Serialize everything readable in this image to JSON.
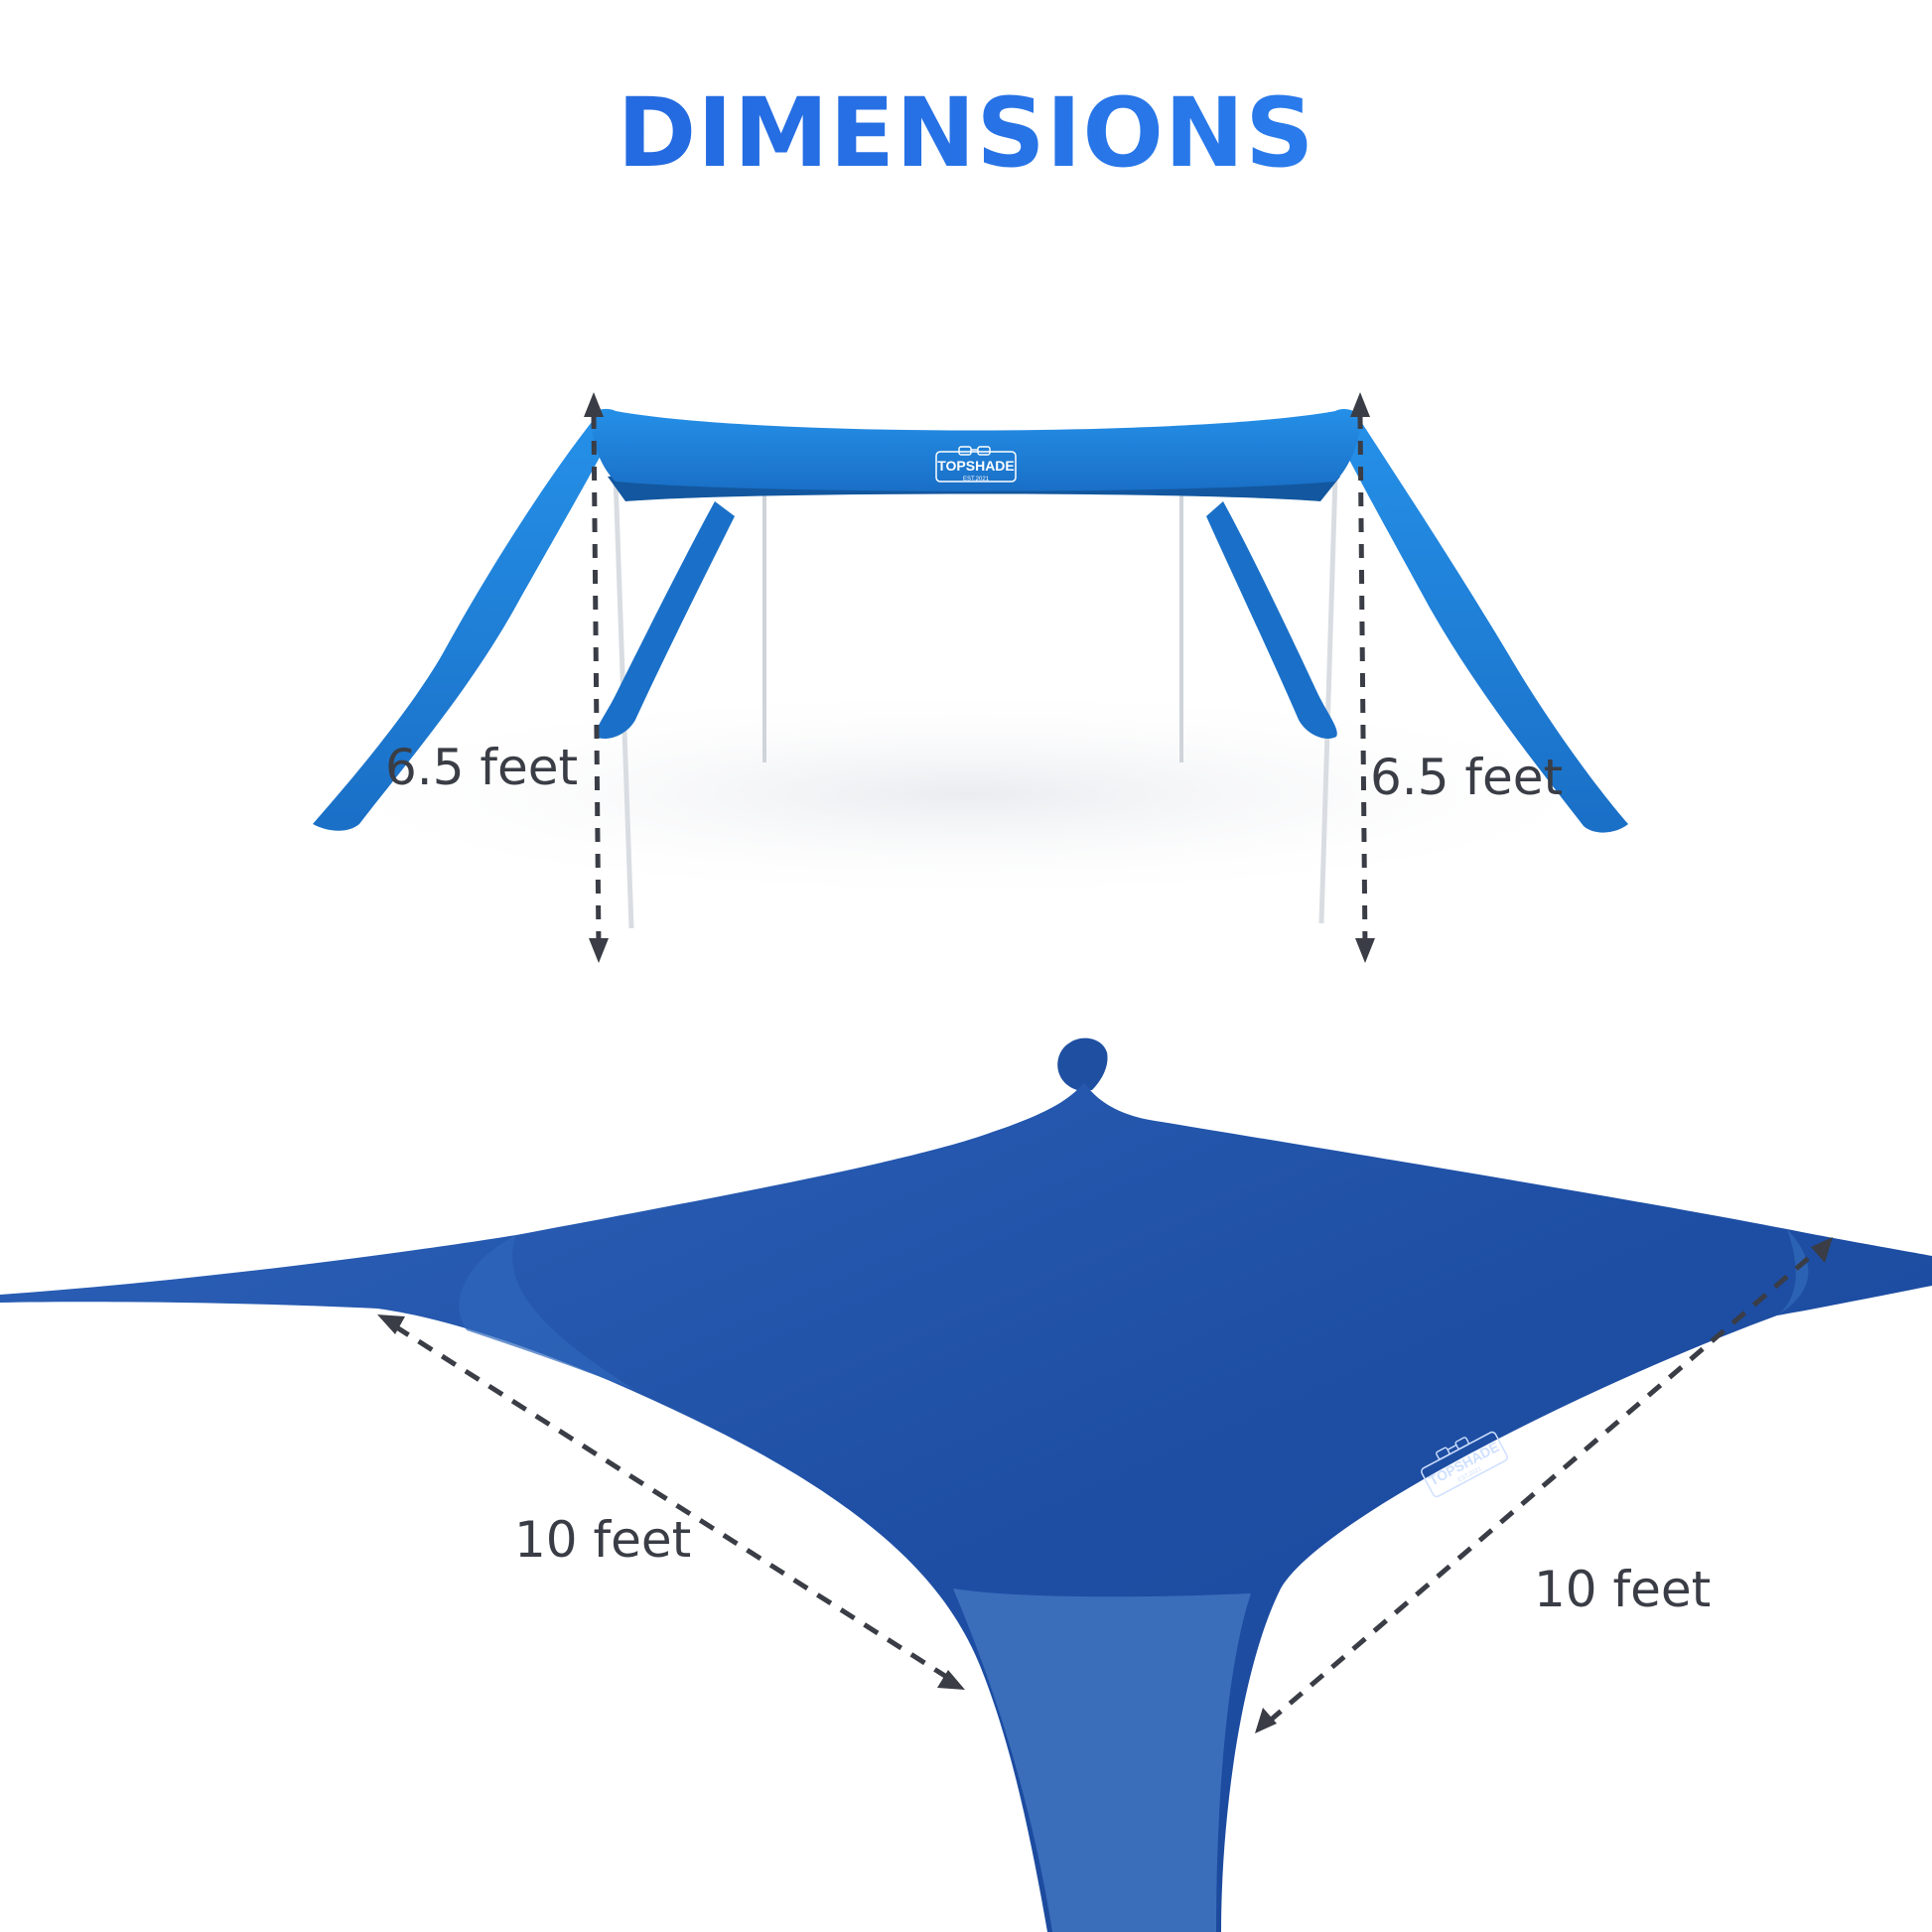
{
  "title": "DIMENSIONS",
  "brand": "TOPSHADE",
  "brand_sub": "EST.2021",
  "measurements": {
    "height_left": "6.5 feet",
    "height_right": "6.5 feet",
    "width_left": "10 feet",
    "width_right": "10 feet"
  },
  "colors": {
    "title_start": "#1e5ad6",
    "title_end": "#2f8af5",
    "canopy_top": "#1c7fd8",
    "canopy_flat": "#1f52a8",
    "arrow": "#3a3d45"
  },
  "icons": [
    "sunglasses-icon"
  ]
}
